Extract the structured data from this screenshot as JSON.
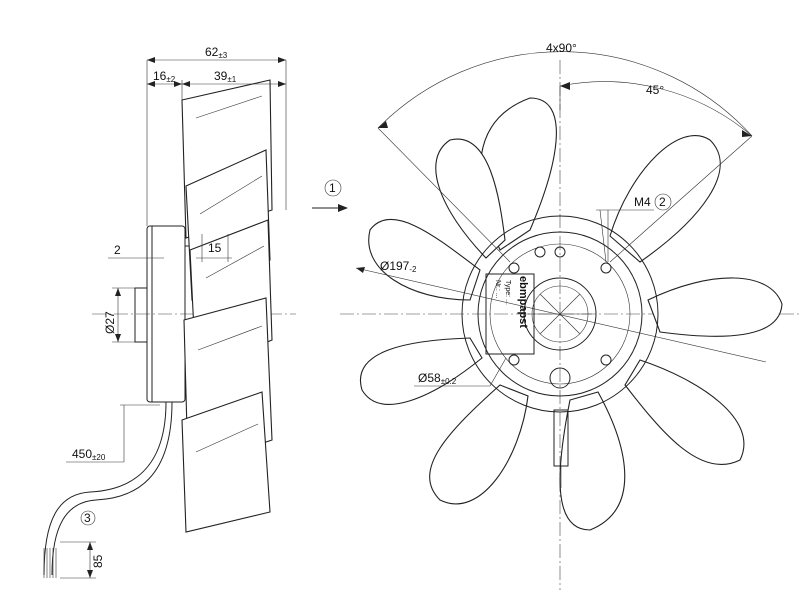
{
  "drawing": {
    "dims": {
      "overall_depth": "62",
      "overall_depth_tol": "±3",
      "front_offset": "16",
      "front_offset_tol": "±2",
      "blade_depth": "39",
      "blade_depth_tol": "±1",
      "flange_thickness": "2",
      "motor_step": "15",
      "shaft_diameter": "Ø27",
      "cable_length": "450",
      "cable_length_tol": "±20",
      "wire_strip_length": "85",
      "fan_diameter": "Ø197",
      "fan_diameter_tol": "-2",
      "hub_diameter": "Ø58",
      "hub_diameter_tol": "±0.2",
      "hole_pattern": "4x90°",
      "hole_angle": "45°",
      "thread": "M4"
    },
    "callouts": {
      "airflow": "1",
      "screw": "2",
      "cable": "3"
    },
    "label_text": {
      "brand": "ebmpapst",
      "line1": "Type: ...",
      "line2": "Nr.: ..."
    },
    "colors": {
      "line": "#222222",
      "background": "#ffffff"
    }
  }
}
